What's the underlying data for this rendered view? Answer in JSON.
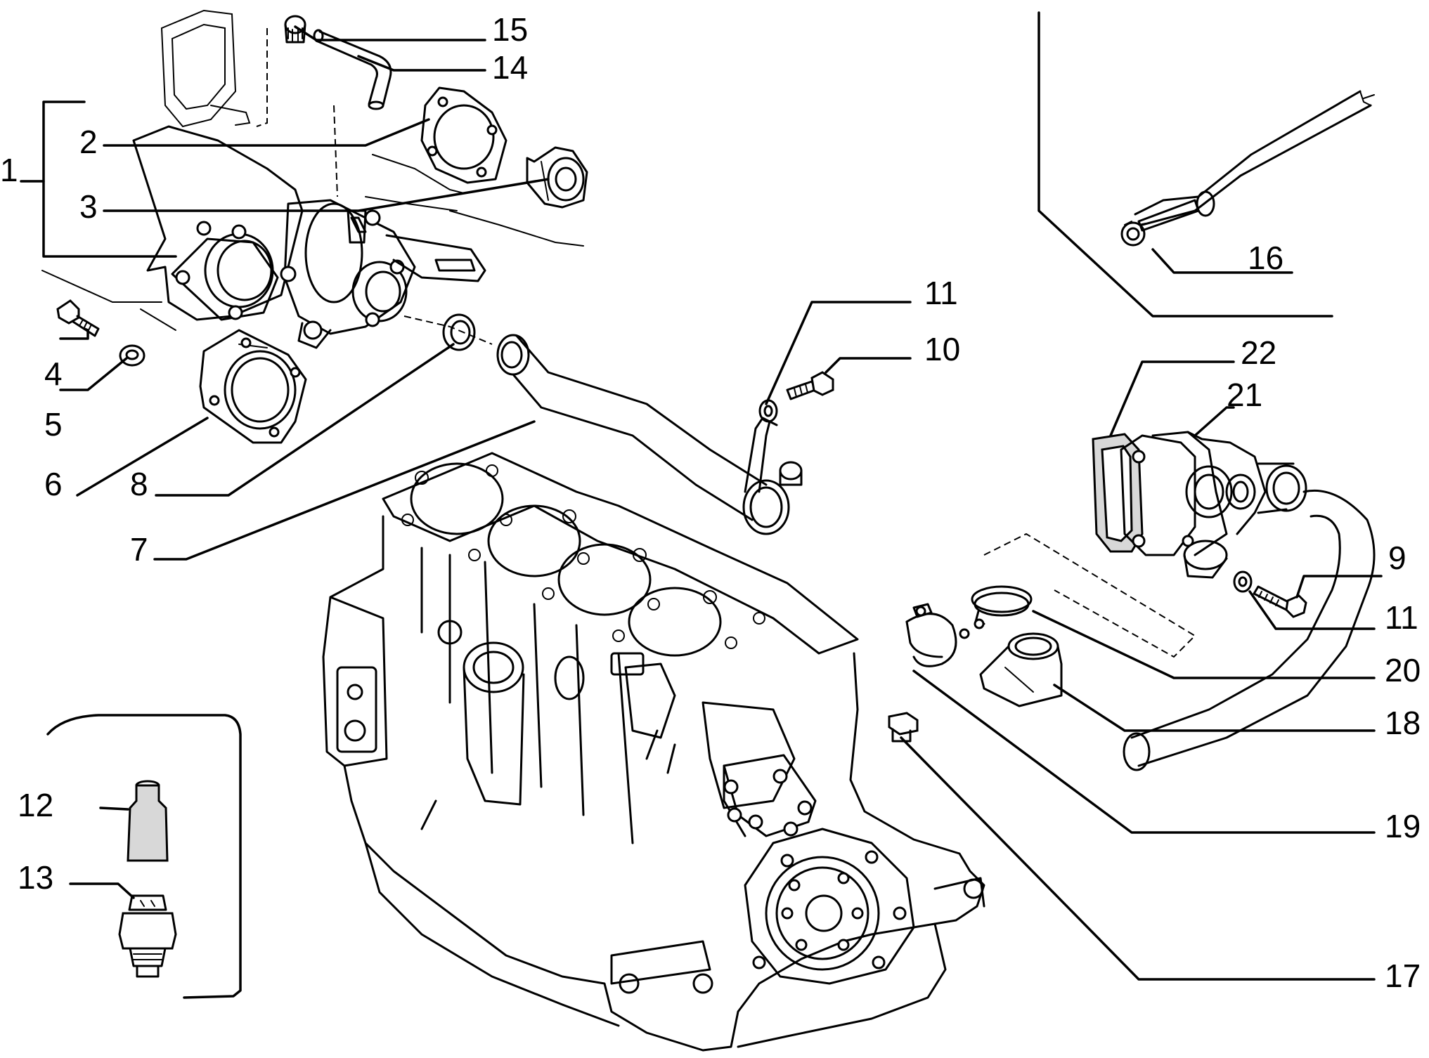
{
  "callouts": [
    {
      "id": "1",
      "text": "1"
    },
    {
      "id": "2",
      "text": "2"
    },
    {
      "id": "3",
      "text": "3"
    },
    {
      "id": "4",
      "text": "4"
    },
    {
      "id": "5",
      "text": "5"
    },
    {
      "id": "6",
      "text": "6"
    },
    {
      "id": "7",
      "text": "7"
    },
    {
      "id": "8",
      "text": "8"
    },
    {
      "id": "9",
      "text": "9"
    },
    {
      "id": "10",
      "text": "10"
    },
    {
      "id": "11a",
      "text": "11"
    },
    {
      "id": "11b",
      "text": "11"
    },
    {
      "id": "12",
      "text": "12"
    },
    {
      "id": "13",
      "text": "13"
    },
    {
      "id": "14",
      "text": "14"
    },
    {
      "id": "15",
      "text": "15"
    },
    {
      "id": "16",
      "text": "16"
    },
    {
      "id": "17",
      "text": "17"
    },
    {
      "id": "18",
      "text": "18"
    },
    {
      "id": "19",
      "text": "19"
    },
    {
      "id": "20",
      "text": "20"
    },
    {
      "id": "21",
      "text": "21"
    },
    {
      "id": "22",
      "text": "22"
    }
  ]
}
